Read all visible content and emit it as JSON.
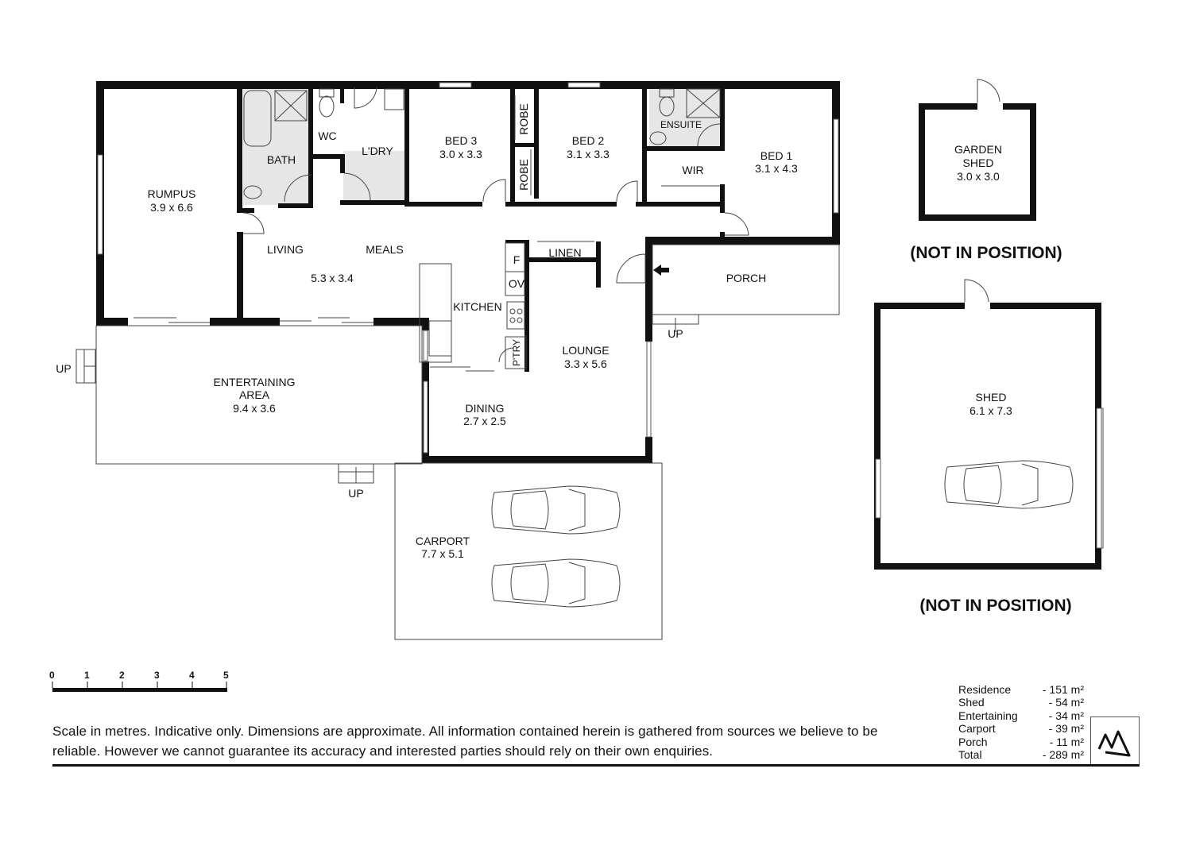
{
  "rooms": {
    "rumpus": {
      "name": "RUMPUS",
      "dims": "3.9 x 6.6"
    },
    "bath": {
      "name": "BATH"
    },
    "wc": {
      "name": "WC"
    },
    "laundry": {
      "name": "L'DRY"
    },
    "bed3": {
      "name": "BED 3",
      "dims": "3.0 x 3.3"
    },
    "robe1": {
      "name": "ROBE"
    },
    "robe2": {
      "name": "ROBE"
    },
    "bed2": {
      "name": "BED 2",
      "dims": "3.1 x 3.3"
    },
    "ensuite": {
      "name": "ENSUITE"
    },
    "wir": {
      "name": "WIR"
    },
    "bed1": {
      "name": "BED 1",
      "dims": "3.1 x 4.3"
    },
    "living": {
      "name": "LIVING"
    },
    "meals": {
      "name": "MEALS"
    },
    "living_dims": {
      "dims": "5.3 x 3.4"
    },
    "fridge": {
      "name": "F"
    },
    "oven": {
      "name": "OV"
    },
    "linen": {
      "name": "LINEN"
    },
    "kitchen": {
      "name": "KITCHEN"
    },
    "pantry": {
      "name": "P'TRY"
    },
    "porch": {
      "name": "PORCH"
    },
    "lounge": {
      "name": "LOUNGE",
      "dims": "3.3 x 5.6"
    },
    "entertaining": {
      "name1": "ENTERTAINING",
      "name2": "AREA",
      "dims": "9.4 x 3.6"
    },
    "dining": {
      "name": "DINING",
      "dims": "2.7 x 2.5"
    },
    "carport": {
      "name": "CARPORT",
      "dims": "7.7 x 5.1"
    },
    "garden_shed": {
      "name1": "GARDEN",
      "name2": "SHED",
      "dims": "3.0 x 3.0"
    },
    "shed": {
      "name": "SHED",
      "dims": "6.1 x 7.3"
    }
  },
  "stairs": {
    "up_left": "UP",
    "up_bottom": "UP",
    "up_porch": "UP"
  },
  "not_in_position": {
    "garden_shed": "(NOT IN POSITION)",
    "shed": "(NOT IN POSITION)"
  },
  "scale": {
    "ticks": [
      "0",
      "1",
      "2",
      "3",
      "4",
      "5"
    ]
  },
  "disclaimer": "Scale in metres. Indicative only. Dimensions are approximate.  All information contained herein is gathered from sources we believe to be reliable. However we cannot guarantee its accuracy and interested parties should rely on their own enquiries.",
  "areas": [
    {
      "label": "Residence",
      "value": "- 151 m²"
    },
    {
      "label": "Shed",
      "value": "-  54 m²"
    },
    {
      "label": "Entertaining",
      "value": "-  34 m²"
    },
    {
      "label": "Carport",
      "value": "-  39 m²"
    },
    {
      "label": "Porch",
      "value": "-  11 m²"
    },
    {
      "label": "Total",
      "value": "- 289 m²"
    }
  ],
  "icons": {
    "entry_arrow": "entry-arrow-icon",
    "north_logo": "logo-icon"
  }
}
